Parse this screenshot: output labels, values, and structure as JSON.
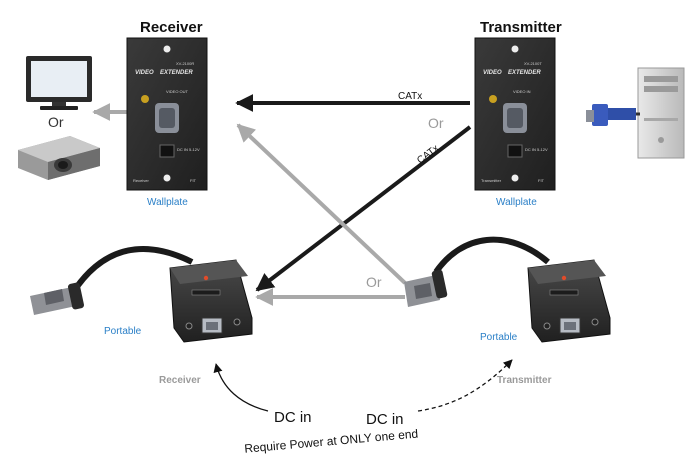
{
  "receiver_title": "Receiver",
  "transmitter_title": "Transmitter",
  "wallplate_rx_label": "Wallplate",
  "wallplate_tx_label": "Wallplate",
  "portable_rx_label": "Portable",
  "portable_tx_label": "Portable",
  "receiver_sub_label": "Receiver",
  "transmitter_sub_label": "Transmitter",
  "or_display": "Or",
  "or_top": "Or",
  "or_middle": "Or",
  "catx_top": "CATx",
  "catx_diag": "CATx",
  "dc_in_left": "DC in",
  "dc_in_right": "DC in",
  "power_note": "Require Power at ONLY one end",
  "plate_rx": {
    "brand_a": "VIDEO",
    "brand_b": "EXTENDER",
    "model": "XV-2100R",
    "port_label": "VIDEO\nOUT",
    "power_label": "DC IN 5-12V",
    "bottom_text": "Receiver",
    "logo": "FIT"
  },
  "plate_tx": {
    "brand_a": "VIDEO",
    "brand_b": "EXTENDER",
    "model": "XV-2100T",
    "port_label": "VIDEO\nIN",
    "power_label": "DC IN 5-12V",
    "bottom_text": "Transmitter",
    "logo": "FIT"
  },
  "colors": {
    "arrow_dark": "#1a1a1a",
    "arrow_gray": "#a9a9a9",
    "label_blue": "#2a7fc7",
    "plate": "#2b2b2b"
  }
}
